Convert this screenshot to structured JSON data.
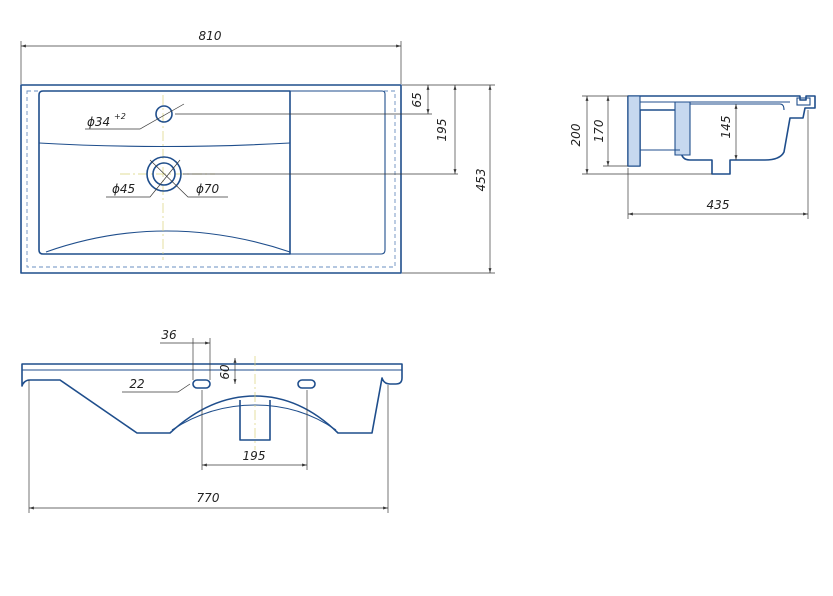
{
  "colors": {
    "outline": "#1f4e8c",
    "dimension": "#3a3a3a",
    "text": "#222222",
    "centerline": "#d9d27a"
  },
  "top_view": {
    "width": "810",
    "depth": "453",
    "tap_hole_offset": "65",
    "drain_offset": "195",
    "tap_hole_diameter": "ϕ34",
    "tap_hole_tolerance": "+2",
    "drain_inner_diameter": "ϕ45",
    "drain_outer_diameter": "ϕ70"
  },
  "side_view": {
    "total_height": "200",
    "rim_height": "170",
    "bowl_depth": "145",
    "depth": "435"
  },
  "front_view": {
    "slot_spacing": "36",
    "slot_width": "22",
    "slot_height": "60",
    "bracket_spacing": "195",
    "base_width": "770"
  }
}
